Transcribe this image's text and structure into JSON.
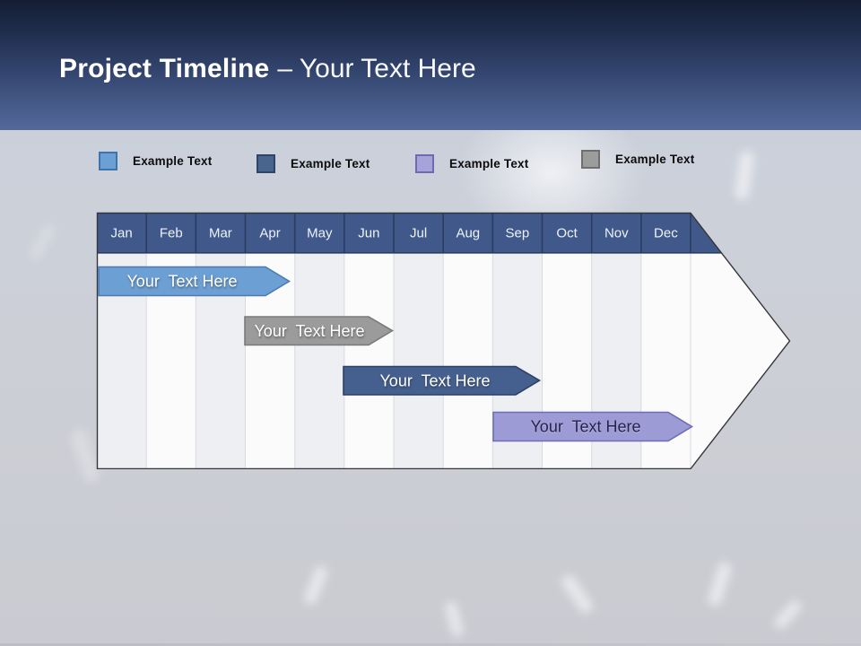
{
  "slide": {
    "title_bold": "Project Timeline",
    "title_light": "– Your Text Here"
  },
  "legend": {
    "items": [
      {
        "label": "Example Text",
        "color": "#6C9FD4",
        "border": "#3F74AB"
      },
      {
        "label": "Example Text",
        "color": "#49648F",
        "border": "#2E4568"
      },
      {
        "label": "Example Text",
        "color": "#A5A3D9",
        "border": "#6D6BB0"
      },
      {
        "label": "Example Text",
        "color": "#9C9C9C",
        "border": "#6F6F6F"
      }
    ]
  },
  "timeline": {
    "header_color": "#40588A",
    "months": [
      "Jan",
      "Feb",
      "Mar",
      "Apr",
      "May",
      "Jun",
      "Jul",
      "Aug",
      "Sep",
      "Oct",
      "Nov",
      "Dec"
    ],
    "bars": [
      {
        "label": "Your  Text Here",
        "fill": "#6C9FD4",
        "stroke": "#4A7CB2",
        "text_color": "#FFFFFF",
        "span": "Jan–Apr"
      },
      {
        "label": "Your  Text Here",
        "fill": "#9B9B9B",
        "stroke": "#7A7A7A",
        "text_color": "#FFFFFF",
        "span": "Apr–Jul"
      },
      {
        "label": "Your  Text Here",
        "fill": "#45608F",
        "stroke": "#2C4065",
        "text_color": "#FFFFFF",
        "span": "Jun–Oct"
      },
      {
        "label": "Your  Text Here",
        "fill": "#9D9BD5",
        "stroke": "#6F6DB3",
        "text_color": "#23234C",
        "span": "Sep–Dec"
      }
    ]
  }
}
